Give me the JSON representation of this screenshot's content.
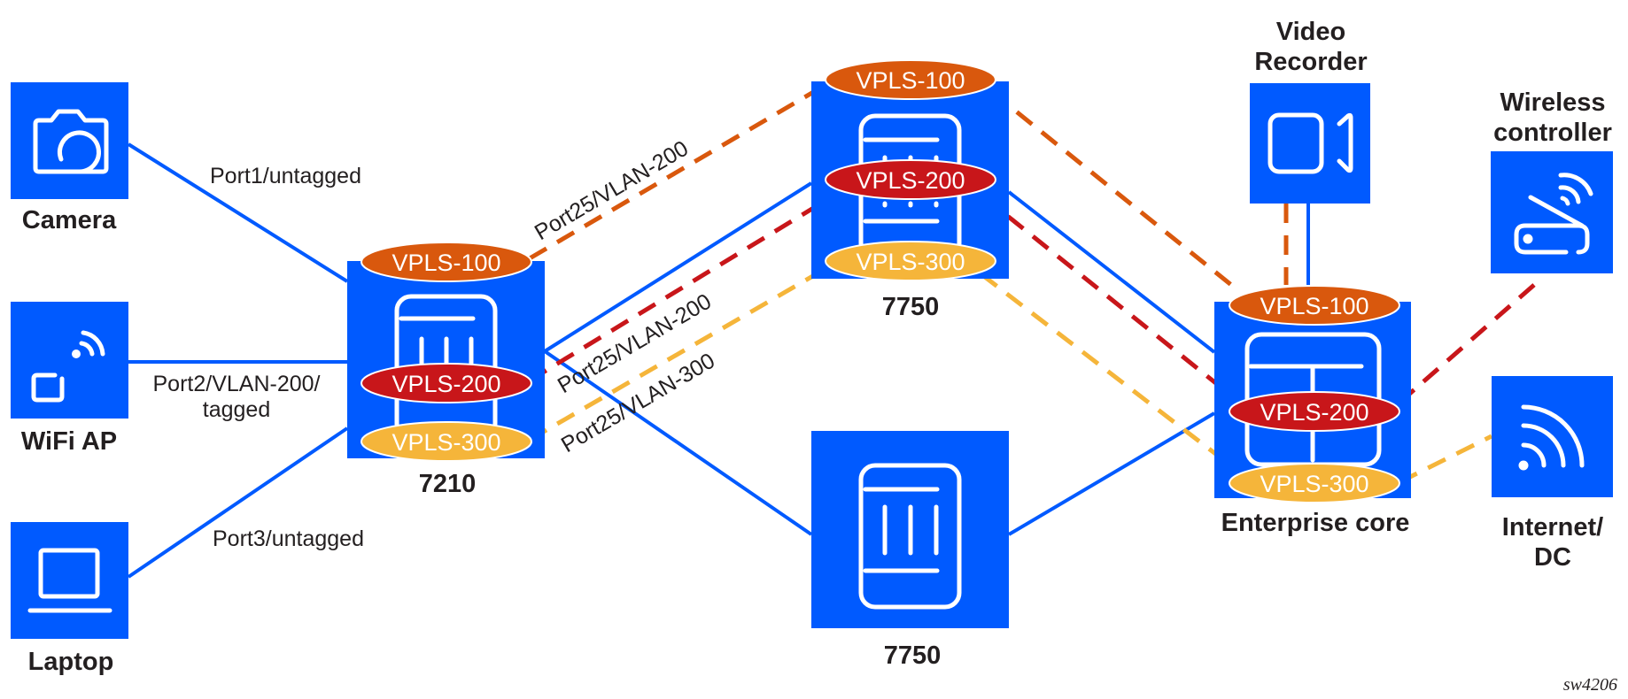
{
  "colors": {
    "node_blue": "#005aff",
    "vpls_100": "#d9580d",
    "vpls_200": "#c8161a",
    "vpls_300": "#f5b53a",
    "text": "#231f20"
  },
  "nodes": {
    "camera": {
      "label": "Camera",
      "icon": "camera-icon"
    },
    "wifi_ap": {
      "label": "WiFi AP",
      "icon": "wifi-ap-icon"
    },
    "laptop": {
      "label": "Laptop",
      "icon": "laptop-icon"
    },
    "switch_7210": {
      "label": "7210",
      "icon": "switch-icon"
    },
    "router_7750_top": {
      "label": "7750",
      "icon": "router-icon"
    },
    "router_7750_bottom": {
      "label": "7750",
      "icon": "router-icon"
    },
    "enterprise_core": {
      "label": "Enterprise core",
      "icon": "core-router-icon"
    },
    "video_recorder": {
      "label_line1": "Video",
      "label_line2": "Recorder",
      "icon": "video-camera-icon"
    },
    "wireless_controller": {
      "label_line1": "Wireless",
      "label_line2": "controller",
      "icon": "wireless-router-icon"
    },
    "internet_dc": {
      "label_line1": "Internet/",
      "label_line2": "DC",
      "icon": "signal-icon"
    }
  },
  "vpls": {
    "v100": "VPLS-100",
    "v200": "VPLS-200",
    "v300": "VPLS-300"
  },
  "link_labels": {
    "port1": "Port1/untagged",
    "port2_line1": "Port2/VLAN-200/",
    "port2_line2": "tagged",
    "port3": "Port3/untagged",
    "port25_vlan200_upper": "Port25/VLAN-200",
    "port25_vlan200_lower": "Port25/VLAN-200",
    "port25_vlan300": "Port25/VLAN-300"
  },
  "figure_id": "sw4206"
}
